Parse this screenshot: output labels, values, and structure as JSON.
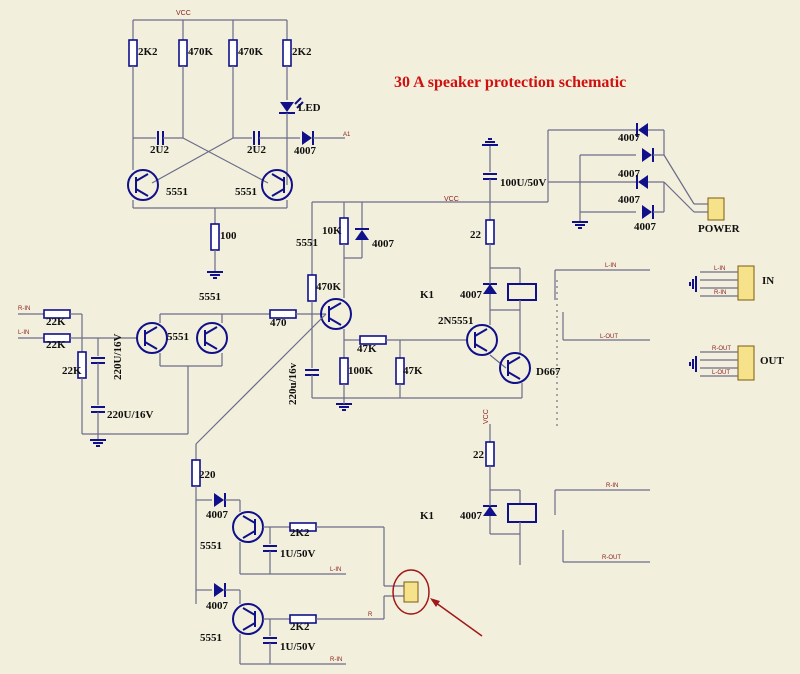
{
  "title": "30 A speaker protection schematic",
  "nets": {
    "vcc": "VCC",
    "a1": "A1",
    "r_in": "R-IN",
    "l_in": "L-IN",
    "l_out": "L-OUT",
    "r_out": "R-OUT",
    "r": "R"
  },
  "components": {
    "r_2k2_a": "2K2",
    "r_470k_a": "470K",
    "r_470k_b": "470K",
    "r_2k2_b": "2K2",
    "led": "LED",
    "c_2u2_a": "2U2",
    "c_2u2_b": "2U2",
    "d_4007_top": "4007",
    "q_5551_a": "5551",
    "q_5551_b": "5551",
    "r_100": "100",
    "q_5551_c": "5551",
    "r_22k_a": "22K",
    "r_22k_b": "22K",
    "r_22k_c": "22K",
    "q_5551_d": "5551",
    "c_220u_a": "220U/16V",
    "c_220u_b": "220U/16V",
    "r_470": "470",
    "r_10k": "10K",
    "d_4007_mid": "4007",
    "q_5551_e": "5551",
    "r_470k_c": "470K",
    "c_220u_c": "220u/16v",
    "r_47k_a": "47K",
    "r_100k": "100K",
    "r_47k_b": "47K",
    "c_100u": "100U/50V",
    "r_22_a": "22",
    "k1_a": "K1",
    "d_4007_k1a": "4007",
    "q_2n5551": "2N5551",
    "q_d667": "D667",
    "r_22_b": "22",
    "k1_b": "K1",
    "d_4007_k1b": "4007",
    "r_220": "220",
    "d_4007_bl1": "4007",
    "q_5551_f": "5551",
    "r_2k2_c": "2K2",
    "c_1u_a": "1U/50V",
    "d_4007_bl2": "4007",
    "q_5551_g": "5551",
    "r_2k2_d": "2K2",
    "c_1u_b": "1U/50V",
    "bridge_d1": "4007",
    "bridge_d2": "4007",
    "bridge_d3": "4007",
    "bridge_d4": "4007",
    "power": "POWER",
    "in": "IN",
    "out": "OUT"
  },
  "colors": {
    "background": "#f2f0dc",
    "component": "#10108a",
    "wire": "#6b6b8a",
    "title": "#d01010",
    "annotation": "#8a2020"
  }
}
